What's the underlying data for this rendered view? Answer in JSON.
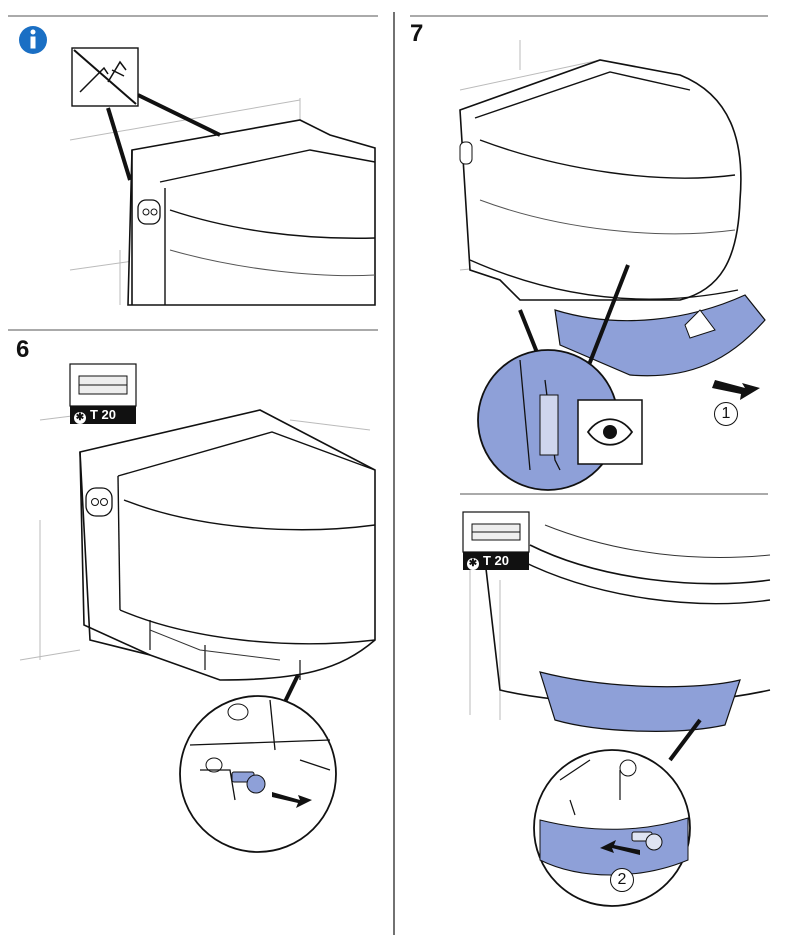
{
  "steps": {
    "info": {
      "icon": "info-icon",
      "forbidden_icon": "no-spray-tools-icon"
    },
    "step6": {
      "number": "6",
      "tool_label": "T 20"
    },
    "step7": {
      "number": "7",
      "callout1": "1",
      "callout2": "2",
      "tool_label": "T 20"
    }
  },
  "colors": {
    "accent_blue": "#1a6fc4",
    "part_blue": "#8ea0d8",
    "line": "#111111"
  }
}
